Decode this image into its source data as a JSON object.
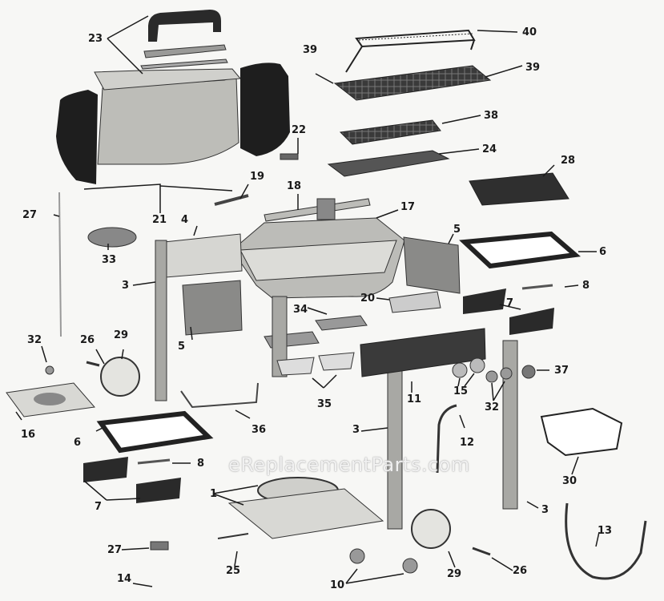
{
  "diagram": {
    "callouts": {
      "c1": "1",
      "c3a": "3",
      "c3b": "3",
      "c3c": "3",
      "c4": "4",
      "c5a": "5",
      "c5b": "5",
      "c6a": "6",
      "c6b": "6",
      "c7a": "7",
      "c7b": "7",
      "c8a": "8",
      "c8b": "8",
      "c10": "10",
      "c11": "11",
      "c12": "12",
      "c13": "13",
      "c14": "14",
      "c15": "15",
      "c16": "16",
      "c17": "17",
      "c18": "18",
      "c19": "19",
      "c20": "20",
      "c21": "21",
      "c22": "22",
      "c23": "23",
      "c24": "24",
      "c25": "25",
      "c26a": "26",
      "c26b": "26",
      "c27a": "27",
      "c27b": "27",
      "c28": "28",
      "c29a": "29",
      "c29b": "29",
      "c30": "30",
      "c32a": "32",
      "c32b": "32",
      "c33": "33",
      "c34": "34",
      "c35": "35",
      "c36": "36",
      "c37": "37",
      "c38": "38",
      "c39a": "39",
      "c39b": "39",
      "c40": "40"
    },
    "watermark": "eReplacementParts.com"
  },
  "colors": {
    "line": "#1a1a1a",
    "dark": "#2b2b2b",
    "metal": "#b4b4b0",
    "light": "#dcdcd8"
  }
}
